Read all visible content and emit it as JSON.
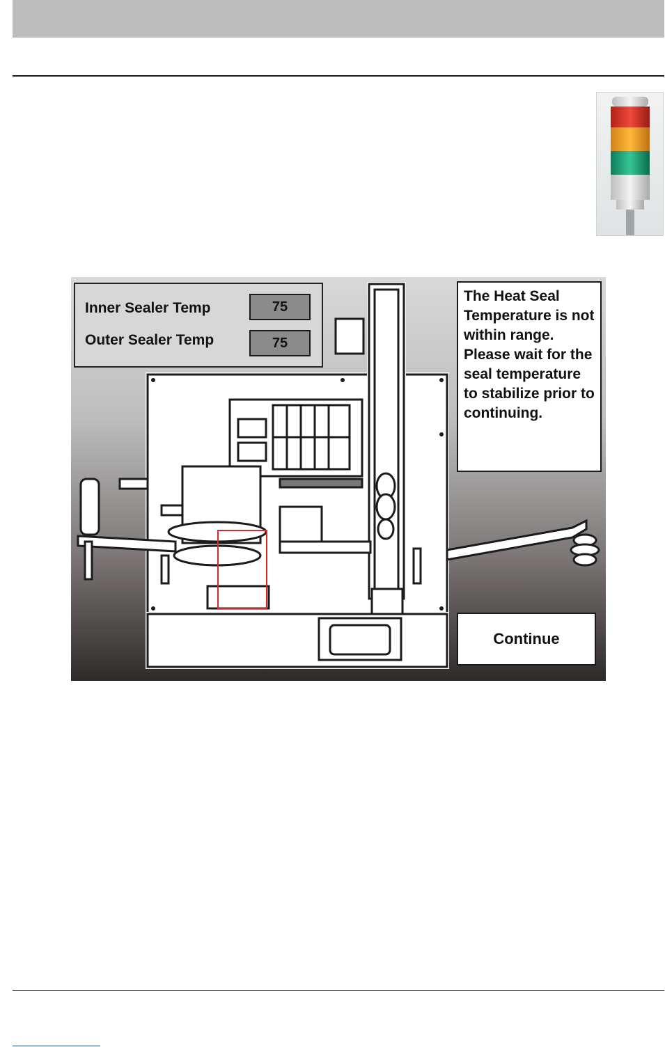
{
  "hmi": {
    "temps": [
      {
        "label": "Inner Sealer Temp",
        "value": "75"
      },
      {
        "label": "Outer Sealer Temp",
        "value": "75"
      }
    ],
    "message": "The Heat Seal Temperature is not within range. Please wait for the seal temperature to stabilize prior to continuing.",
    "continue_label": "Continue"
  },
  "colors": {
    "stack_red": "#e0342b",
    "stack_amber": "#f2a21a",
    "stack_green": "#1fa37a",
    "highlight": "#d8282a"
  }
}
